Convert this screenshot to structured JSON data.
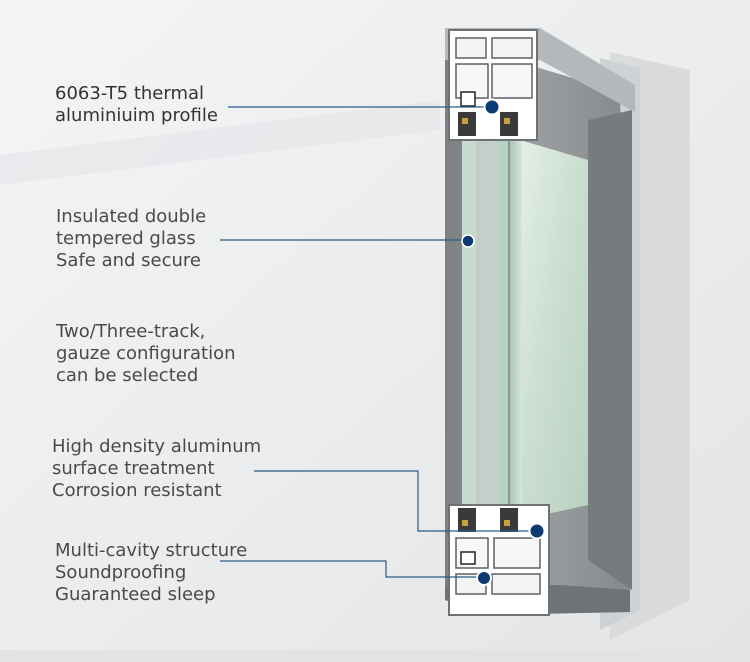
{
  "callouts": [
    {
      "lines": [
        "6063-T5 thermal",
        "aluminiuim profile"
      ]
    },
    {
      "lines": [
        "Insulated double",
        "tempered glass",
        "Safe and secure"
      ]
    },
    {
      "lines": [
        "Two/Three-track,",
        "gauze configuration",
        "can be selected"
      ]
    },
    {
      "lines": [
        "High density aluminum",
        "surface treatment",
        "Corrosion resistant"
      ]
    },
    {
      "lines": [
        "Multi-cavity structure",
        "Soundproofing",
        "Guaranteed sleep"
      ]
    }
  ],
  "colors": {
    "background": "#eef0f2",
    "marker": "#0d3a73",
    "leader_line": "#2c5a8c",
    "frame": "#8e9294",
    "glass": "#cfe3d6"
  }
}
